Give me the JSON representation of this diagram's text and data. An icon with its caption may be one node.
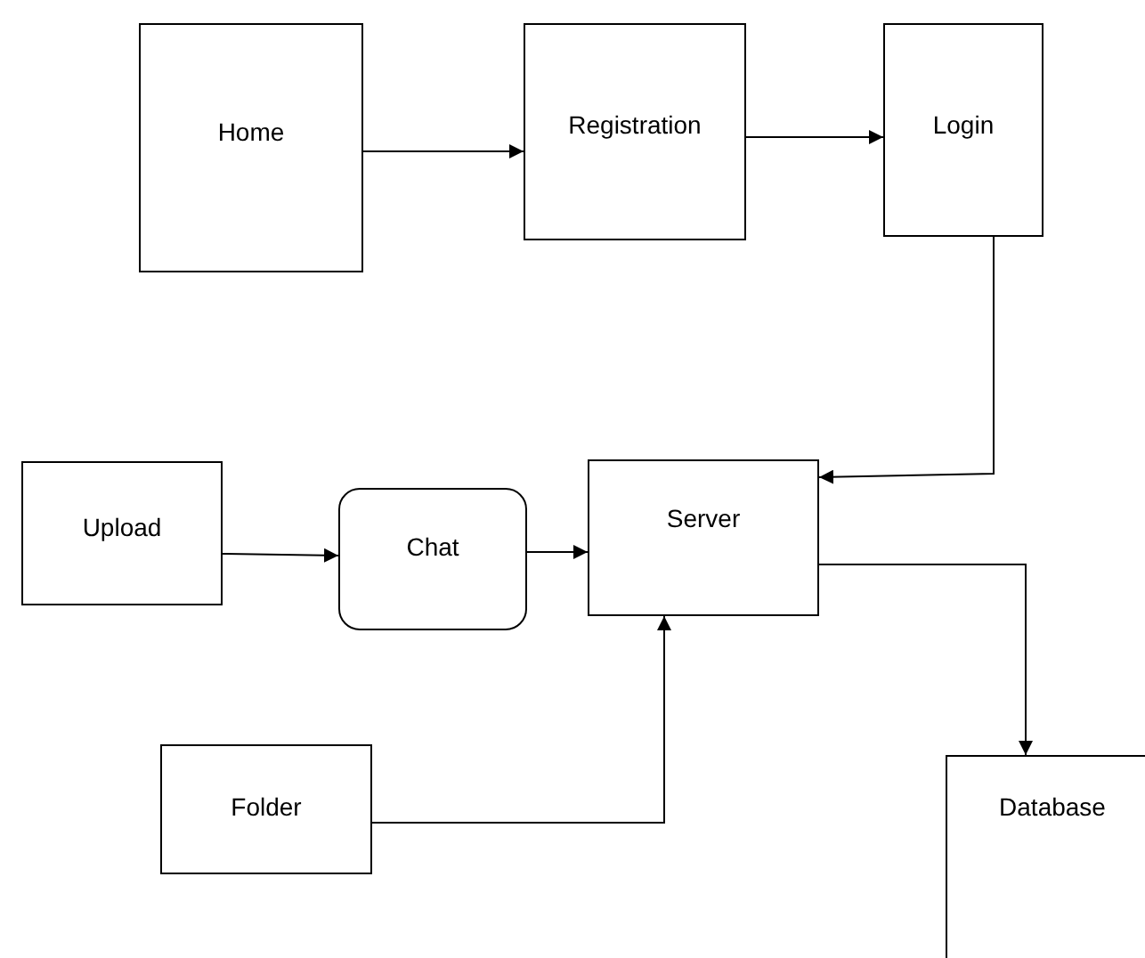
{
  "diagram": {
    "nodes": [
      {
        "text": [
          "Home"
        ]
      },
      {
        "text": [
          "Registration"
        ]
      },
      {
        "text": [
          "Login"
        ]
      },
      {
        "text": [
          "Upload"
        ]
      },
      {
        "text": [
          "Chat"
        ]
      },
      {
        "text": [
          "Server"
        ]
      },
      {
        "text": [
          "Folder"
        ]
      },
      {
        "text": [
          "Database"
        ]
      }
    ],
    "edges": [
      {
        "from": 0,
        "to": 1,
        "arrow": "to"
      },
      {
        "from": 1,
        "to": 2,
        "arrow": "to"
      },
      {
        "from": 2,
        "to": 5,
        "arrow": "to"
      },
      {
        "from": 3,
        "to": 4,
        "arrow": "to"
      },
      {
        "from": 4,
        "to": 5,
        "arrow": "to"
      },
      {
        "from": 5,
        "to": 7,
        "arrow": "to"
      },
      {
        "from": 6,
        "to": 5,
        "arrow": "to"
      }
    ]
  }
}
